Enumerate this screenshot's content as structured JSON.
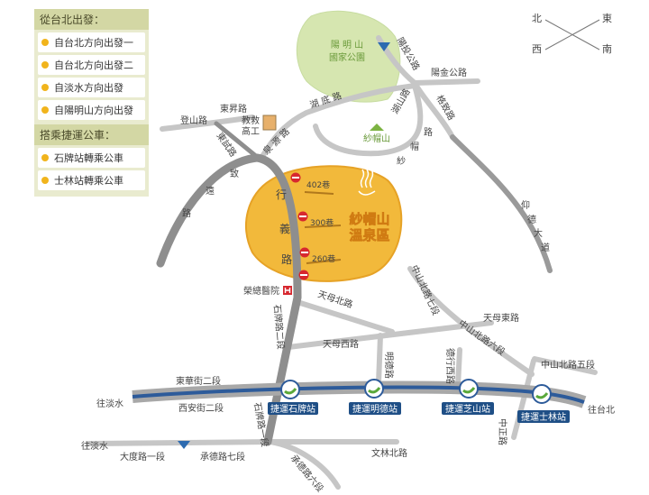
{
  "legend": {
    "from_taipei_header": "從台北出發：",
    "from_taipei_items": [
      "自台北方向出發一",
      "自台北方向出發二",
      "自淡水方向出發",
      "自陽明山方向出發"
    ],
    "mrt_bus_header": "搭乘捷運公車：",
    "mrt_bus_items": [
      "石牌站轉乘公車",
      "士林站轉乘公車"
    ]
  },
  "compass": {
    "north": "北",
    "east": "東",
    "west": "西",
    "south": "南"
  },
  "landmarks": {
    "park_line1": "陽 明 山",
    "park_line2": "國家公園",
    "shamaoshan": "紗帽山",
    "school_line1": "教救",
    "school_line2": "高工",
    "hospital": "榮總醫院",
    "hotspring_line1": "紗帽山",
    "hotspring_line2": "溫泉區"
  },
  "roads": {
    "yangde_blvd_chars": [
      "仰",
      "德",
      "大",
      "道"
    ],
    "yangjin": "陽金公路",
    "gezhi": "格致路",
    "yangbao": "陽投公路",
    "hushan": "湖山路",
    "shamao_chars": [
      "紗",
      "帽",
      "路"
    ],
    "hudi": "湖 底 路",
    "quanyuan": "泉 源 路",
    "dengshan": "登山路",
    "dongsheng": "東昇路",
    "dongshi": "東試路",
    "xingyi_chars": [
      "行",
      "義",
      "路"
    ],
    "alley402": "402巷",
    "alley300": "300巷",
    "alley260": "260巷",
    "shipai2": "石牌路二段",
    "shipai1": "石牌路一段",
    "tianmu_n": "天母北路",
    "tianmu_w": "天母西路",
    "tianmu_e": "天母東路",
    "zhongshan7": "中山北路七段",
    "zhongshan6": "中山北路六段",
    "zhongshan5": "中山北路五段",
    "mingde": "明德路",
    "dexing_w": "德行西路",
    "zhongzheng": "中正路",
    "donghua2": "東華街二段",
    "xian2": "西安街二段",
    "to_tamsui": "往淡水",
    "to_tamsui2": "往淡水",
    "to_taipei": "往台北",
    "dadu1": "大度路一段",
    "chengde7": "承德路七段",
    "chengde6": "承德路六段",
    "wenlin_n": "文林北路",
    "zhiyuan_chars": [
      "致",
      "遠",
      "路"
    ]
  },
  "stations": [
    "捷運石牌站",
    "捷運明德站",
    "捷運芝山站",
    "捷運士林站"
  ],
  "colors": {
    "hotspring": "#f2b93b",
    "park": "#d6e6b0",
    "mrt_line": "#2d5b9a",
    "station_label": "#1f4f86",
    "no_entry": "#d7282f"
  }
}
